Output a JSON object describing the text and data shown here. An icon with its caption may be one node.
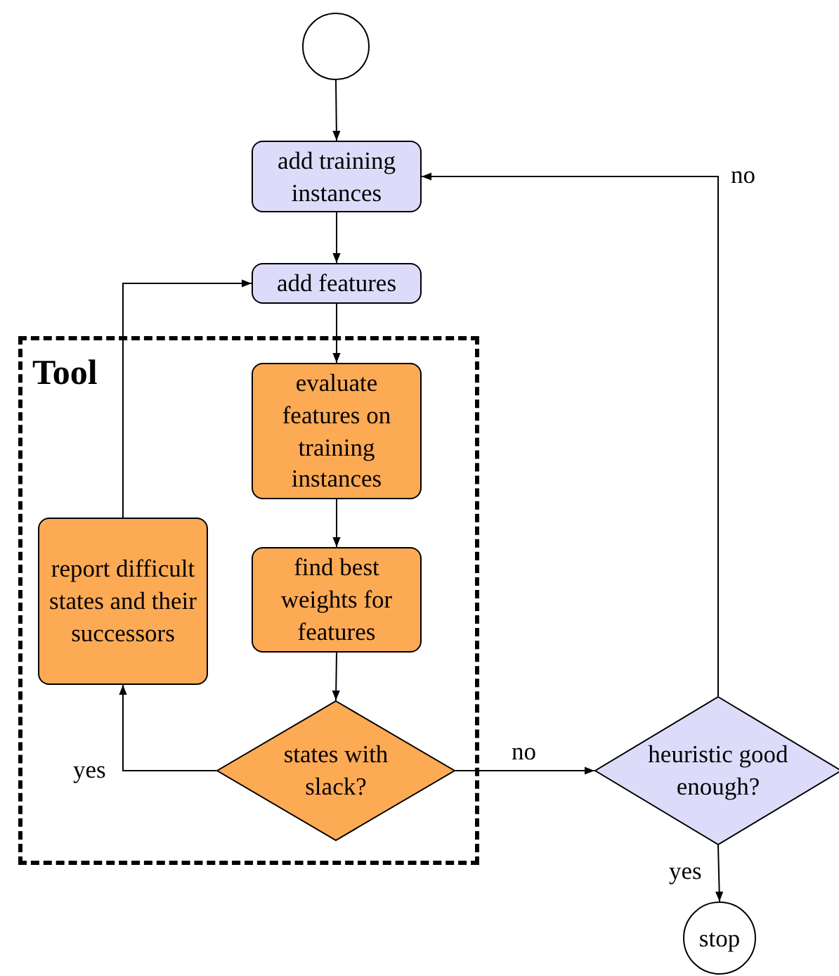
{
  "diagram": {
    "nodes": [
      {
        "text": [],
        "shape": "circle"
      },
      {
        "text": [
          "add training instances"
        ]
      },
      {
        "text": [
          "add features"
        ]
      },
      {
        "text": [
          "Tool"
        ]
      },
      {
        "text": [
          "evaluate features on training instances"
        ],
        "in": 3
      },
      {
        "text": [
          "find best weights for features"
        ],
        "in": 3
      },
      {
        "text": [
          "report difficult states and their successors"
        ],
        "in": 3
      },
      {
        "text": [
          "states with slack?"
        ],
        "in": 3
      },
      {
        "text": [
          "heuristic good enough?"
        ]
      },
      {
        "text": [
          "stop"
        ]
      }
    ],
    "edges": [
      {
        "from": 0,
        "to": 1,
        "arrow": "to"
      },
      {
        "from": 1,
        "to": 2,
        "arrow": "to"
      },
      {
        "from": 2,
        "to": 4,
        "arrow": "to"
      },
      {
        "from": 4,
        "to": 5,
        "arrow": "to"
      },
      {
        "from": 5,
        "to": 7,
        "arrow": "to"
      },
      {
        "from": 7,
        "to": 6,
        "arrow": "to",
        "label": "yes"
      },
      {
        "from": 6,
        "to": 2,
        "arrow": "to"
      },
      {
        "from": 7,
        "to": 8,
        "arrow": "to",
        "label": "no"
      },
      {
        "from": 8,
        "to": 1,
        "arrow": "to",
        "label": "no"
      },
      {
        "from": 8,
        "to": 9,
        "arrow": "to",
        "label": "yes"
      }
    ]
  }
}
